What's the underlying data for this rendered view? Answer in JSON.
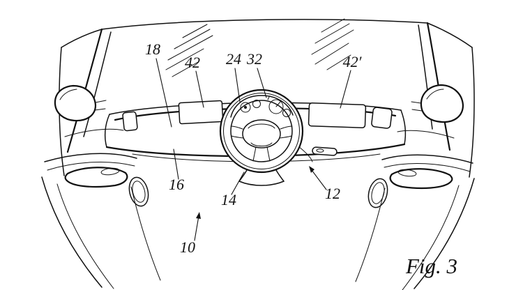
{
  "figure": {
    "caption": "Fig. 3",
    "ink_color": "#111111",
    "background_color": "#ffffff",
    "labels": {
      "n18": "18",
      "n42": "42",
      "n24": "24",
      "n32": "32",
      "n42prime": "42′",
      "n16": "16",
      "n14": "14",
      "n12": "12",
      "n10": "10"
    }
  }
}
